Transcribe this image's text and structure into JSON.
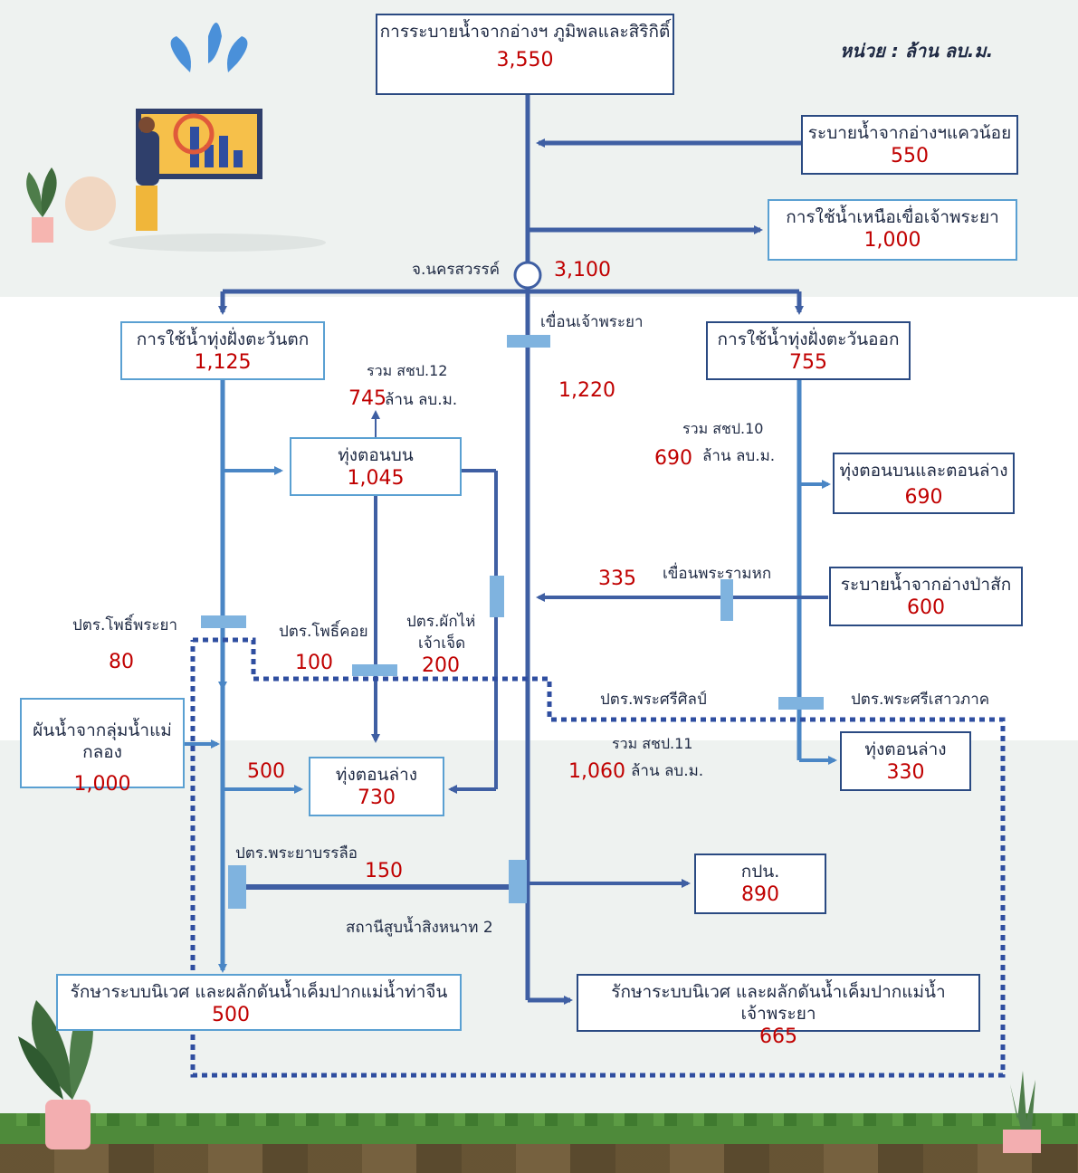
{
  "unit_label": "หน่วย : ล้าน ลบ.ม.",
  "nodes": {
    "bhumibol": {
      "title": "การระบายน้ำจากอ่างฯ ภูมิพลและสิริกิติ์",
      "value": "3,550"
    },
    "kwae_noi": {
      "title": "ระบายน้ำจากอ่างฯแควน้อย",
      "value": "550"
    },
    "above_dam": {
      "title": "การใช้น้ำเหนือเขื่อเจ้าพระยา",
      "value": "1,000"
    },
    "west_fields": {
      "title": "การใช้น้ำทุ่งฝั่งตะวันตก",
      "value": "1,125"
    },
    "east_fields": {
      "title": "การใช้น้ำทุ่งฝั่งตะวันออก",
      "value": "755"
    },
    "upper_west": {
      "title": "ทุ่งตอนบน",
      "value": "1,045"
    },
    "upper_lower_east": {
      "title": "ทุ่งตอนบนและตอนล่าง",
      "value": "690"
    },
    "pasak": {
      "title": "ระบายน้ำจากอ่างป่าสัก",
      "value": "600"
    },
    "mae_klong": {
      "title": "ผันน้ำจากลุ่มน้ำแม่กลอง",
      "value": "1,000"
    },
    "lower_west": {
      "title": "ทุ่งตอนล่าง",
      "value": "730"
    },
    "lower_east": {
      "title": "ทุ่งตอนล่าง",
      "value": "330"
    },
    "mwa": {
      "title": "กปน.",
      "value": "890"
    },
    "tha_chin_eco": {
      "title": "รักษาระบบนิเวศ และผลักดันน้ำเค็มปากแม่น้ำท่าจีน",
      "value": "500"
    },
    "chao_phraya_eco": {
      "title": "รักษาระบบนิเวศ และผลักดันน้ำเค็มปากแม่น้ำเจ้าพระยา",
      "value": "665"
    }
  },
  "labels": {
    "nakhon_sawan": "จ.นครสวรรค์",
    "nakhon_sawan_value": "3,100",
    "chao_phraya_dam": "เขื่อนเจ้าพระยา",
    "dam_flow": "1,220",
    "total12_label": "รวม สชป.12",
    "total12_value": "745",
    "total12_unit": "ล้าน ลบ.ม.",
    "total10_label": "รวม สชป.10",
    "total10_value": "690",
    "total10_unit": "ล้าน ลบ.ม.",
    "total11_label": "รวม สชป.11",
    "total11_value": "1,060",
    "total11_unit": "ล้าน ลบ.ม.",
    "rama6_dam": "เขื่อนพระรามหก",
    "rama6_value": "335",
    "pho_phraya": "ปตร.โพธิ์พระยา",
    "pho_phraya_value": "80",
    "pho_koi": "ปตร.โพธิ์คอย",
    "pho_koi_value": "100",
    "phak_hai_1": "ปตร.ผักไห่",
    "phak_hai_2": "เจ้าเจ็ด",
    "phak_hai_value": "200",
    "phra_sri_sin": "ปตร.พระศรีศิลป์",
    "phra_sri_saowaphak": "ปตร.พระศรีเสาวภาค",
    "mae_klong_to_lower": "500",
    "phraya_banlue": "ปตร.พระยาบรรลือ",
    "banlue_value": "150",
    "pump_station": "สถานีสูบน้ำสิงหนาท 2"
  },
  "colors": {
    "line_dark": "#3f5fa3",
    "line_light": "#4a86c5",
    "gate": "#7fb3df",
    "value_red": "#c00000",
    "dotted": "#2f4ea0"
  }
}
